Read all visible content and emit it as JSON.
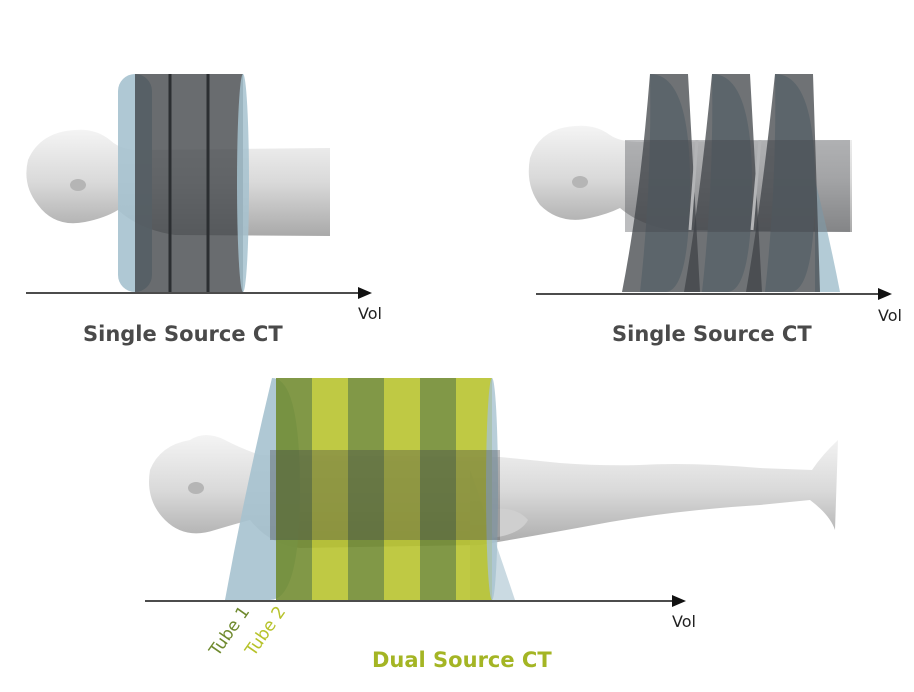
{
  "panels": [
    {
      "caption": "Single Source CT",
      "axis_label": "Vol"
    },
    {
      "caption": "Single Source CT",
      "axis_label": "Vol"
    },
    {
      "caption": "Dual Source CT",
      "axis_label": "Vol",
      "tube_labels": [
        "Tube 1",
        "Tube 2"
      ]
    }
  ],
  "colors": {
    "ring_blue": "#a6c2cf",
    "ring_dark": "#3f4347",
    "tube1_green": "#6f8a2e",
    "tube2_green": "#b6c22a",
    "caption_gray": "#4a4a4a",
    "caption_green": "#a4b524"
  }
}
